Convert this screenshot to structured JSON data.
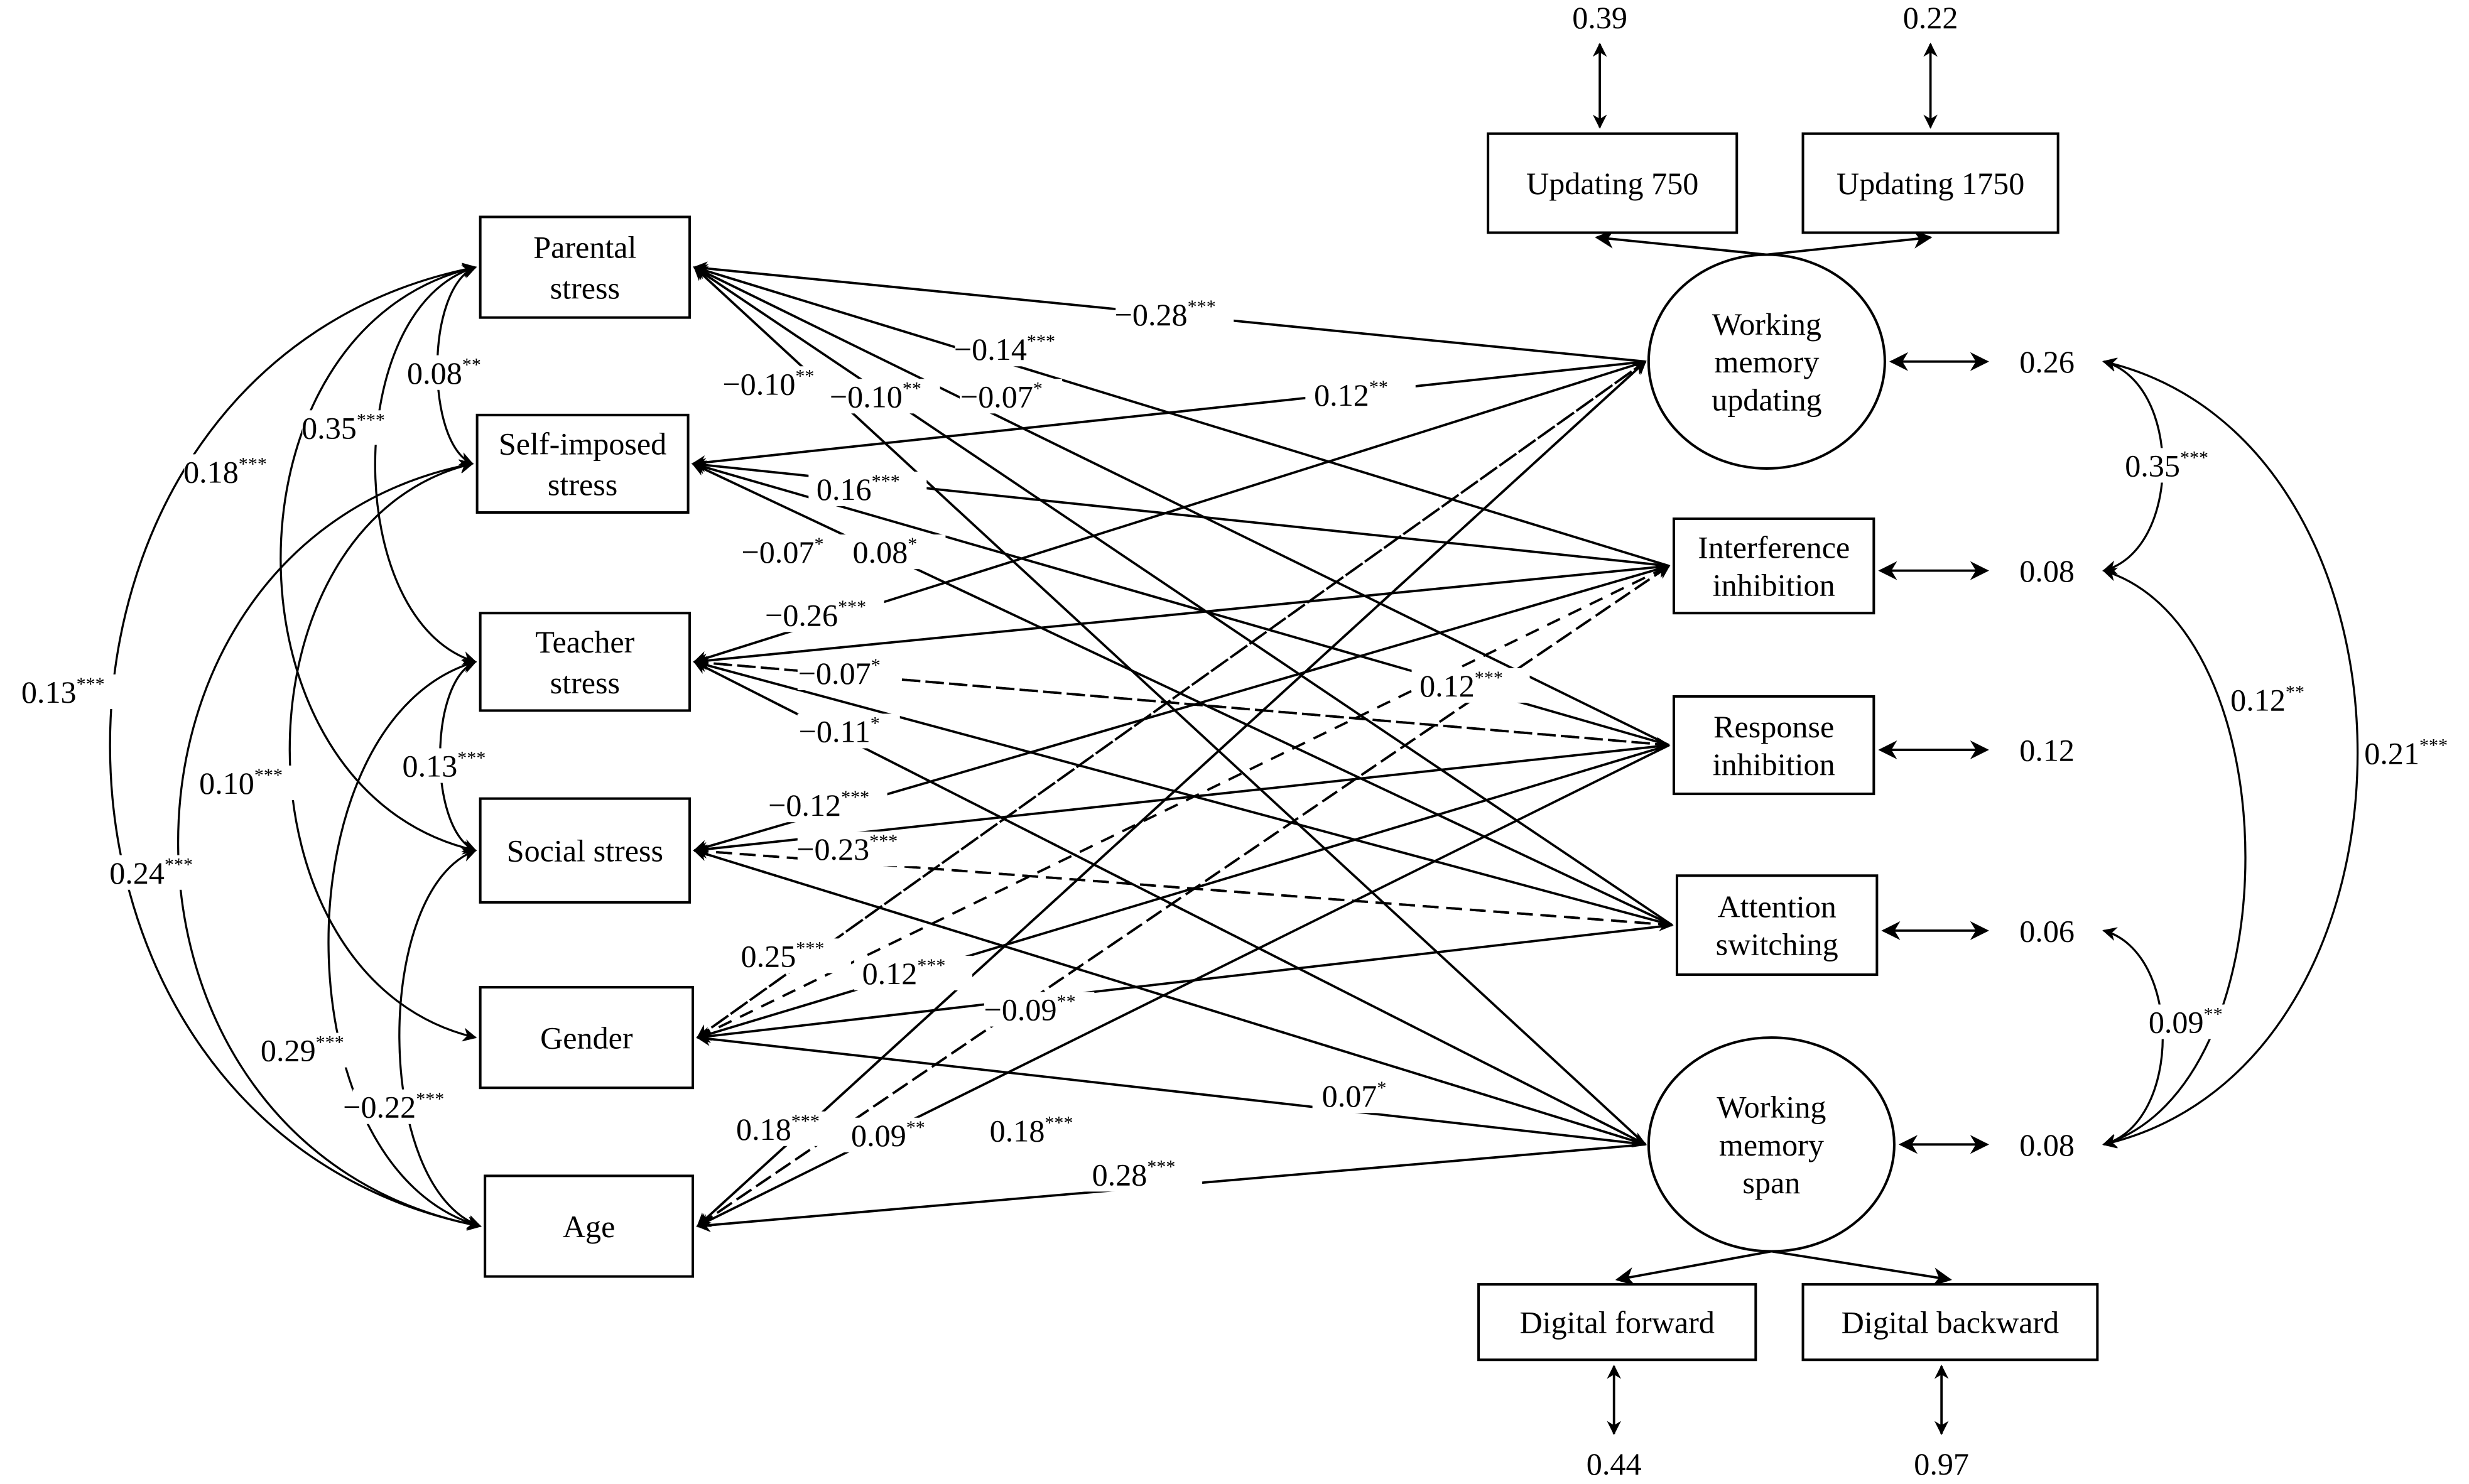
{
  "diagram": {
    "type": "structural-equation-model",
    "colors": {
      "line": "#000000",
      "background": "#ffffff"
    },
    "observed_predictors": [
      {
        "id": "parental",
        "label_lines": [
          "Parental",
          "stress"
        ]
      },
      {
        "id": "selfimposed",
        "label_lines": [
          "Self-imposed",
          "stress"
        ]
      },
      {
        "id": "teacher",
        "label_lines": [
          "Teacher",
          "stress"
        ]
      },
      {
        "id": "social",
        "label_lines": [
          "Social stress"
        ]
      },
      {
        "id": "gender",
        "label_lines": [
          "Gender"
        ]
      },
      {
        "id": "age",
        "label_lines": [
          "Age"
        ]
      }
    ],
    "outcomes": [
      {
        "id": "wmu",
        "kind": "latent",
        "label_lines": [
          "Working",
          "memory",
          "updating"
        ],
        "residual": "0.26"
      },
      {
        "id": "interference",
        "kind": "observed",
        "label_lines": [
          "Interference",
          "inhibition"
        ],
        "residual": "0.08"
      },
      {
        "id": "response",
        "kind": "observed",
        "label_lines": [
          "Response",
          "inhibition"
        ],
        "residual": "0.12"
      },
      {
        "id": "attention",
        "kind": "observed",
        "label_lines": [
          "Attention",
          "switching"
        ],
        "residual": "0.06"
      },
      {
        "id": "wms",
        "kind": "latent",
        "label_lines": [
          "Working",
          "memory",
          "span"
        ],
        "residual": "0.08"
      }
    ],
    "indicators": [
      {
        "id": "upd750",
        "latent": "wmu",
        "label": "Updating 750",
        "error": "0.39"
      },
      {
        "id": "upd1750",
        "latent": "wmu",
        "label": "Updating 1750",
        "error": "0.22"
      },
      {
        "id": "digfwd",
        "latent": "wms",
        "label": "Digital forward",
        "error": "0.44"
      },
      {
        "id": "digbwd",
        "latent": "wms",
        "label": "Digital backward",
        "error": "0.97"
      }
    ],
    "paths": [
      {
        "from": "wmu",
        "to": "parental",
        "value": "−0.28",
        "sig": "***",
        "style": "solid"
      },
      {
        "from": "interference",
        "to": "parental",
        "value": "−0.14",
        "sig": "***",
        "style": "solid"
      },
      {
        "from": "response",
        "to": "parental",
        "value": "−0.07",
        "sig": "*",
        "style": "solid"
      },
      {
        "from": "attention",
        "to": "parental",
        "value": "−0.10",
        "sig": "**",
        "style": "solid"
      },
      {
        "from": "wms",
        "to": "parental",
        "value": "−0.10",
        "sig": "**",
        "style": "solid"
      },
      {
        "from": "wmu",
        "to": "selfimposed",
        "value": "0.12",
        "sig": "**",
        "style": "solid"
      },
      {
        "from": "interference",
        "to": "selfimposed",
        "value": "0.16",
        "sig": "***",
        "style": "solid"
      },
      {
        "from": "response",
        "to": "selfimposed",
        "value": "0.08",
        "sig": "*",
        "style": "solid"
      },
      {
        "from": "attention",
        "to": "selfimposed",
        "value": "−0.07",
        "sig": "*",
        "style": "solid"
      },
      {
        "from": "wmu",
        "to": "teacher",
        "value": "−0.26",
        "sig": "***",
        "style": "solid"
      },
      {
        "from": "interference",
        "to": "teacher",
        "value": "",
        "sig": "",
        "style": "solid"
      },
      {
        "from": "response",
        "to": "teacher",
        "value": "−0.07",
        "sig": "*",
        "style": "dashed"
      },
      {
        "from": "attention",
        "to": "teacher",
        "value": "−0.11",
        "sig": "*",
        "style": "solid"
      },
      {
        "from": "wms",
        "to": "teacher",
        "value": "",
        "sig": "",
        "style": "dashed"
      },
      {
        "from": "interference",
        "to": "social",
        "value": "−0.12",
        "sig": "***",
        "style": "solid"
      },
      {
        "from": "response",
        "to": "social",
        "value": "−0.23",
        "sig": "***",
        "style": "solid"
      },
      {
        "from": "attention",
        "to": "social",
        "value": "",
        "sig": "",
        "style": "dashed"
      },
      {
        "from": "wms",
        "to": "social",
        "value": "",
        "sig": "",
        "style": "dashed"
      },
      {
        "from": "wmu",
        "to": "gender",
        "value": "0.25",
        "sig": "***",
        "style": "dashed"
      },
      {
        "from": "response",
        "to": "gender",
        "value": "0.12",
        "sig": "***",
        "style": "solid"
      },
      {
        "from": "attention",
        "to": "gender",
        "value": "−0.09",
        "sig": "**",
        "style": "solid"
      },
      {
        "from": "wms",
        "to": "gender",
        "value": "0.07",
        "sig": "*",
        "style": "solid"
      },
      {
        "from": "wmu",
        "to": "age",
        "value": "0.18",
        "sig": "***",
        "style": "solid"
      },
      {
        "from": "interference",
        "to": "age",
        "value": "0.09",
        "sig": "**",
        "style": "dashed"
      },
      {
        "from": "response",
        "to": "age",
        "value": "0.18",
        "sig": "***",
        "style": "solid"
      },
      {
        "from": "wms",
        "to": "age",
        "value": "0.28",
        "sig": "***",
        "style": "solid"
      },
      {
        "from": "wmu",
        "to": "interference",
        "value": "0.12",
        "sig": "***",
        "style": "dashed"
      }
    ],
    "predictor_covariances": [
      {
        "between": [
          "parental",
          "selfimposed"
        ],
        "value": "0.08",
        "sig": "**"
      },
      {
        "between": [
          "parental",
          "teacher"
        ],
        "value": "0.35",
        "sig": "***"
      },
      {
        "between": [
          "parental",
          "social"
        ],
        "value": "0.18",
        "sig": "***"
      },
      {
        "between": [
          "parental",
          "age"
        ],
        "value": "0.13",
        "sig": "***"
      },
      {
        "between": [
          "selfimposed",
          "gender"
        ],
        "value": "0.10",
        "sig": "***"
      },
      {
        "between": [
          "selfimposed",
          "age"
        ],
        "value": "0.24",
        "sig": "***"
      },
      {
        "between": [
          "teacher",
          "social"
        ],
        "value": "0.13",
        "sig": "***"
      },
      {
        "between": [
          "teacher",
          "age"
        ],
        "value": "0.29",
        "sig": "***"
      },
      {
        "between": [
          "social",
          "age"
        ],
        "value": "−0.22",
        "sig": "***"
      }
    ],
    "residual_covariances": [
      {
        "between": [
          "wmu",
          "interference"
        ],
        "value": "0.35",
        "sig": "***"
      },
      {
        "between": [
          "interference",
          "wms"
        ],
        "value": "0.12",
        "sig": "**"
      },
      {
        "between": [
          "wmu",
          "wms"
        ],
        "value": "0.21",
        "sig": "***"
      },
      {
        "between": [
          "attention",
          "wms"
        ],
        "value": "0.09",
        "sig": "**"
      }
    ]
  }
}
